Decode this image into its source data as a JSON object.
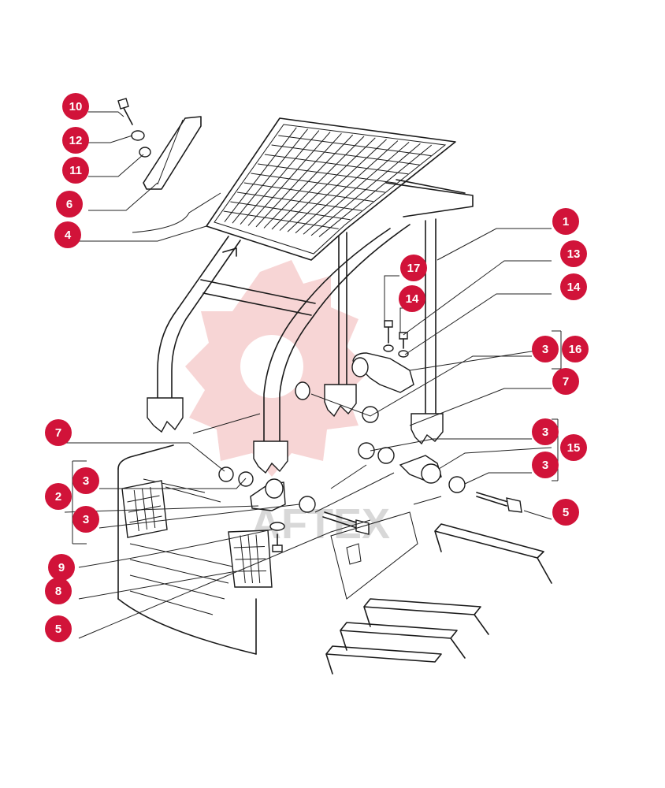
{
  "watermark": {
    "text": "AFTEX",
    "gear_color": "#f7d5d5",
    "text_color": "#d8d8d8"
  },
  "callout_color": "#d11339",
  "callouts": [
    {
      "id": "10",
      "label": "10"
    },
    {
      "id": "12",
      "label": "12"
    },
    {
      "id": "11",
      "label": "11"
    },
    {
      "id": "6",
      "label": "6"
    },
    {
      "id": "4",
      "label": "4"
    },
    {
      "id": "1",
      "label": "1"
    },
    {
      "id": "13",
      "label": "13"
    },
    {
      "id": "17",
      "label": "17"
    },
    {
      "id": "14a",
      "label": "14"
    },
    {
      "id": "14b",
      "label": "14"
    },
    {
      "id": "3a",
      "label": "3"
    },
    {
      "id": "16",
      "label": "16"
    },
    {
      "id": "7a",
      "label": "7"
    },
    {
      "id": "7b",
      "label": "7"
    },
    {
      "id": "3b",
      "label": "3"
    },
    {
      "id": "15",
      "label": "15"
    },
    {
      "id": "3c",
      "label": "3"
    },
    {
      "id": "5a",
      "label": "5"
    },
    {
      "id": "3d",
      "label": "3"
    },
    {
      "id": "2",
      "label": "2"
    },
    {
      "id": "3e",
      "label": "3"
    },
    {
      "id": "9",
      "label": "9"
    },
    {
      "id": "8",
      "label": "8"
    },
    {
      "id": "5b",
      "label": "5"
    }
  ]
}
